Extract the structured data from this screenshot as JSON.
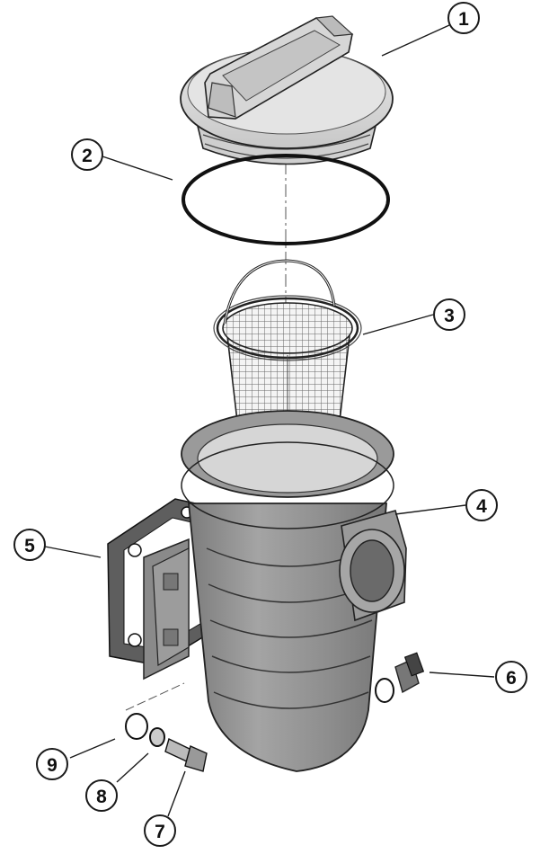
{
  "diagram": {
    "callouts": [
      {
        "label": "1"
      },
      {
        "label": "2"
      },
      {
        "label": "3"
      },
      {
        "label": "4"
      },
      {
        "label": "5"
      },
      {
        "label": "6"
      },
      {
        "label": "7"
      },
      {
        "label": "8"
      },
      {
        "label": "9"
      }
    ]
  }
}
